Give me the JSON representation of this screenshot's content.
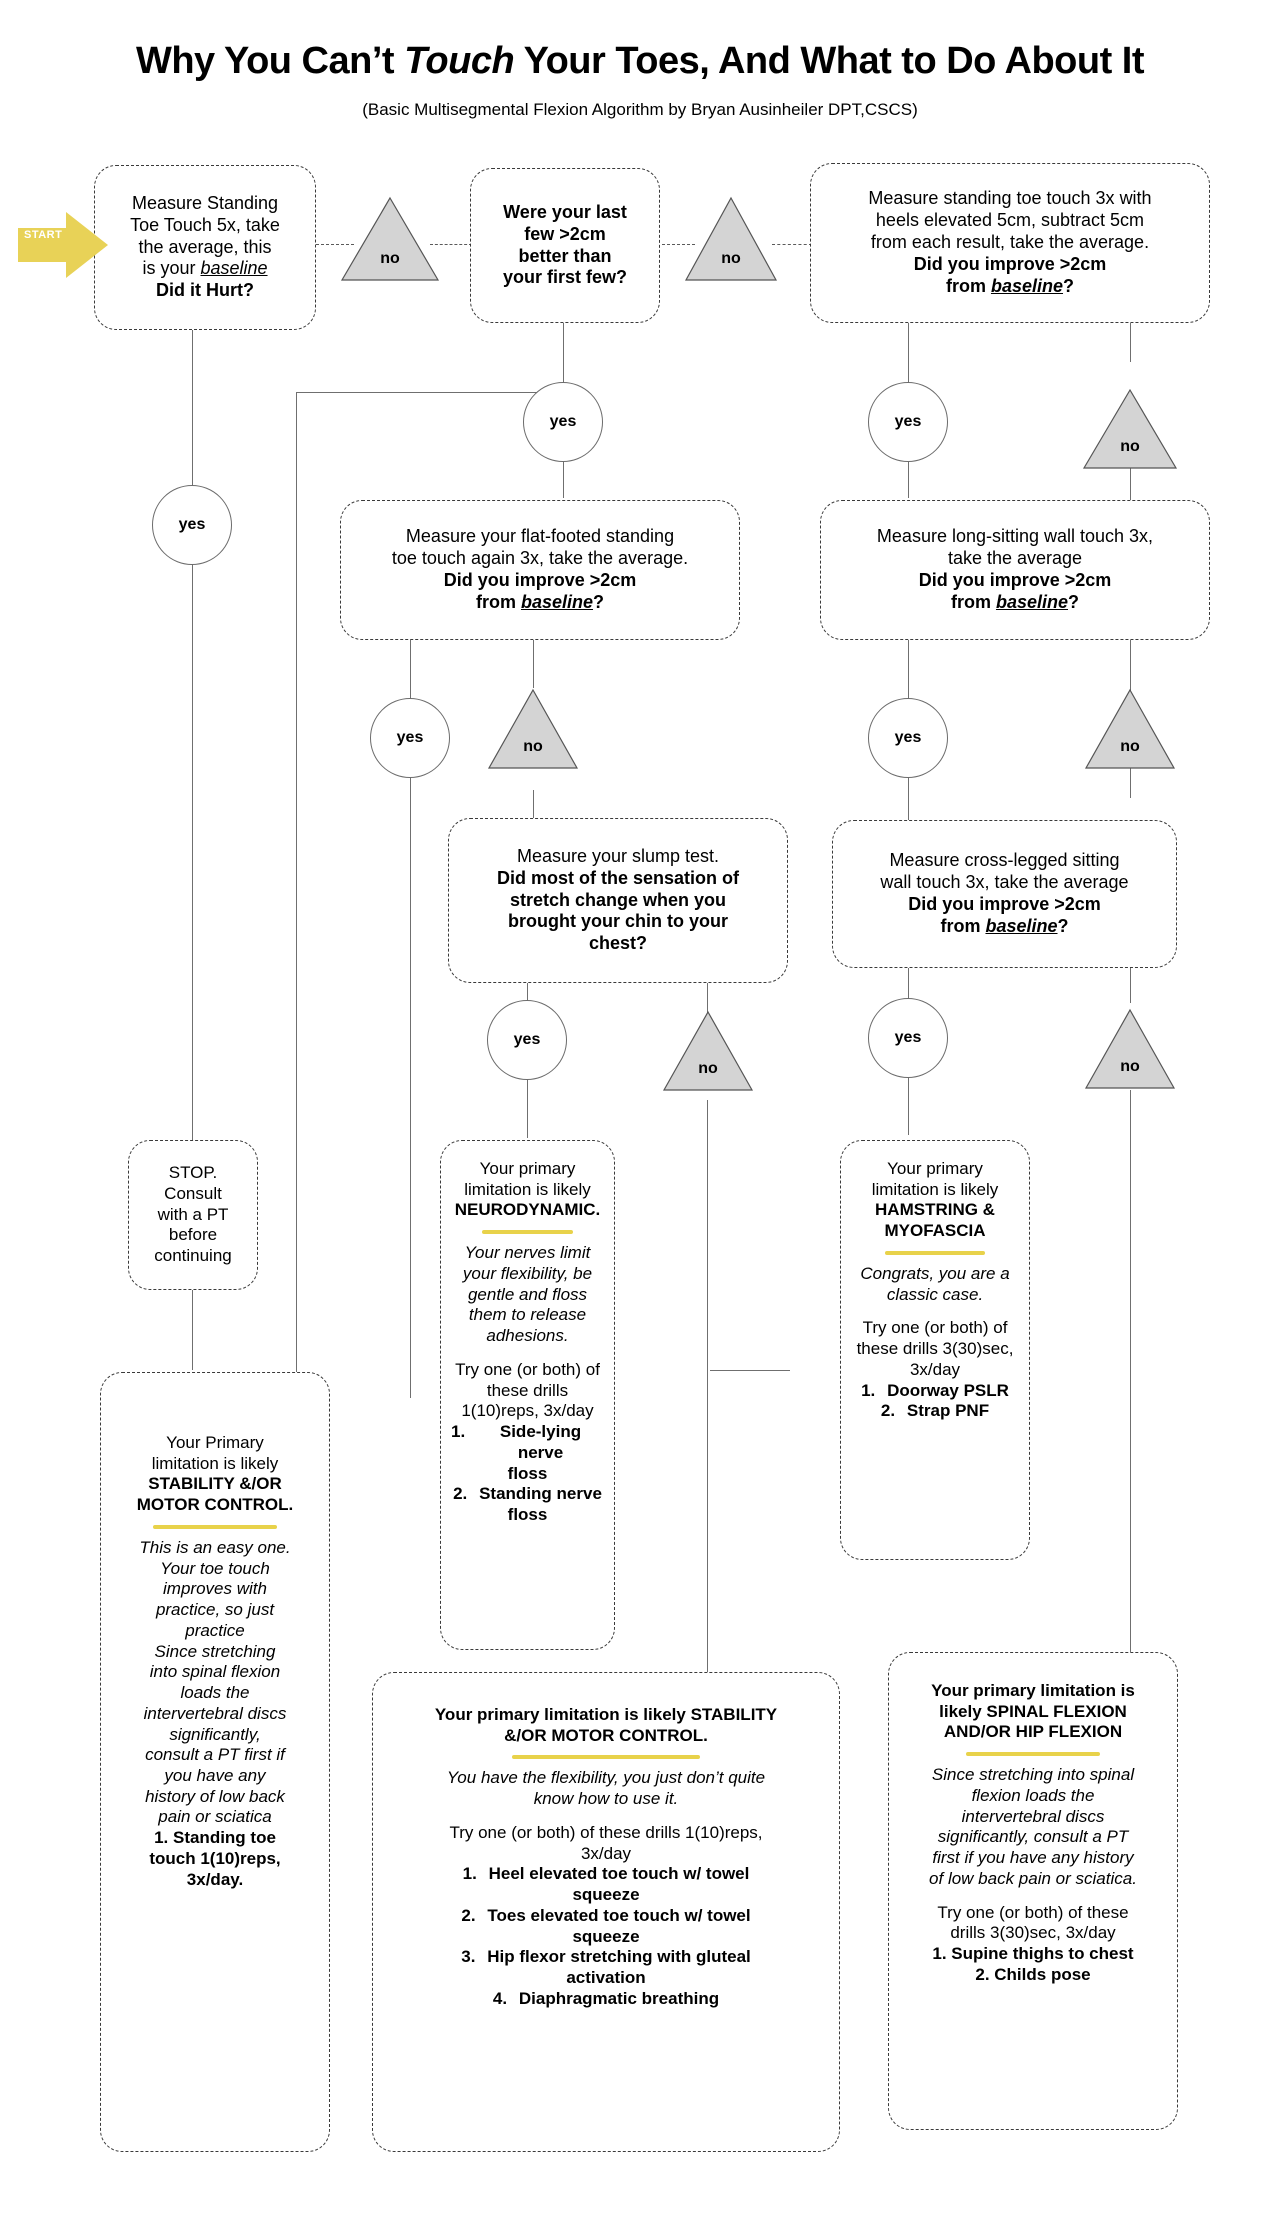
{
  "header": {
    "title_part1": "Why You Can’t ",
    "title_italic": "Touch",
    "title_part2": " Your Toes, And What to Do About It",
    "subtitle": "(Basic Multisegmental Flexion Algorithm by Bryan Ausinheiler DPT,CSCS)"
  },
  "colors": {
    "accent_yellow": "#e8d24a",
    "start_arrow": "#e8d257",
    "triangle_fill": "#d4d4d4",
    "line": "#5a5a5a"
  },
  "start": {
    "label": "START"
  },
  "labels": {
    "yes": "yes",
    "no": "no"
  },
  "nodes": {
    "baseline": {
      "l1": "Measure Standing",
      "l2": "Toe Touch 5x, take",
      "l3": "the average, this",
      "l4_pre": "is your ",
      "l4_u": "baseline",
      "l5": "Did it Hurt?"
    },
    "last_few": {
      "l1": "Were your last",
      "l2": "few >2cm",
      "l3": "better than",
      "l4": "your first few?"
    },
    "heels_elevated": {
      "l1": "Measure standing toe touch 3x with",
      "l2": "heels elevated 5cm, subtract 5cm",
      "l3": "from each result, take the average.",
      "l4": "Did you improve >2cm",
      "l5_pre": "from ",
      "l5_u": "baseline",
      "l5_post": "?"
    },
    "flat_footed": {
      "l1": "Measure your flat-footed standing",
      "l2": "toe touch again 3x, take the average.",
      "l3": "Did you improve >2cm",
      "l4_pre": "from ",
      "l4_u": "baseline",
      "l4_post": "?"
    },
    "long_sitting": {
      "l1": "Measure long-sitting wall touch 3x,",
      "l2": "take the average",
      "l3": "Did you improve >2cm",
      "l4_pre": "from ",
      "l4_u": "baseline",
      "l4_post": "?"
    },
    "slump_test": {
      "l1": "Measure your slump test.",
      "l2": "Did most of the sensation of",
      "l3": "stretch change when you",
      "l4": "brought your chin to your",
      "l5": "chest?"
    },
    "cross_legged": {
      "l1": "Measure cross-legged sitting",
      "l2": "wall touch 3x, take the average",
      "l3": "Did you improve >2cm",
      "l4_pre": "from ",
      "l4_u": "baseline",
      "l4_post": "?"
    },
    "stop_pt": {
      "l1": "STOP.",
      "l2": "Consult",
      "l3": "with a PT",
      "l4": "before",
      "l5": "continuing"
    },
    "neurodynamic": {
      "l1": "Your primary",
      "l2": "limitation is likely",
      "l3": "NEURODYNAMIC.",
      "i1": "Your nerves limit",
      "i2": "your flexibility, be",
      "i3": "gentle and floss",
      "i4": "them to release",
      "i5": "adhesions.",
      "t1": "Try one (or both) of",
      "t2": "these drills",
      "t3": "1(10)reps, 3x/day",
      "d1n": "1.",
      "d1a": "Side-lying nerve",
      "d1b": "floss",
      "d2n": "2.",
      "d2a": "Standing nerve",
      "d2b": "floss"
    },
    "hamstring": {
      "l1": "Your primary",
      "l2": "limitation is likely",
      "l3a": "HAMSTRING &",
      "l3b": "MYOFASCIA",
      "i1": "Congrats, you are a",
      "i2": "classic case.",
      "t1": "Try one (or both) of",
      "t2": "these drills  3(30)sec,",
      "t3": "3x/day",
      "d1n": "1.",
      "d1": "Doorway PSLR",
      "d2n": "2.",
      "d2": "Strap PNF"
    },
    "stability_left": {
      "l1": "Your Primary",
      "l2": "limitation is likely",
      "l3a": "STABILITY &/OR",
      "l3b": "MOTOR CONTROL.",
      "i1": "This is an easy one.",
      "i2": "Your toe touch",
      "i3": "improves with",
      "i4": "practice, so just",
      "i5": "practice",
      "i6": "Since stretching",
      "i7": "into spinal flexion",
      "i8": "loads the",
      "i9": "intervertebral discs",
      "i10": "significantly,",
      "i11": "consult a PT first if",
      "i12": "you have any",
      "i13": "history of low back",
      "i14": "pain or sciatica",
      "d1": "1. Standing toe",
      "d2": "touch 1(10)reps,",
      "d3": "3x/day."
    },
    "stability_bottom": {
      "l1": "Your primary limitation is likely STABILITY",
      "l2": "&/OR MOTOR CONTROL.",
      "i1": "You have the flexibility, you just don’t quite",
      "i2": "know how to use it.",
      "t1": "Try one (or both) of these drills  1(10)reps,",
      "t2": "3x/day",
      "d1n": "1.",
      "d1a": "Heel elevated toe touch w/ towel",
      "d1b": "squeeze",
      "d2n": "2.",
      "d2a": "Toes elevated toe touch w/ towel",
      "d2b": "squeeze",
      "d3n": "3.",
      "d3a": "Hip flexor stretching with gluteal",
      "d3b": "activation",
      "d4n": "4.",
      "d4a": "Diaphragmatic breathing"
    },
    "spinal_flexion": {
      "l1": "Your primary limitation is",
      "l2a": "likely SPINAL FLEXION",
      "l2b": "AND/OR HIP FLEXION",
      "i1": "Since stretching into spinal",
      "i2": "flexion loads the",
      "i3": "intervertebral discs",
      "i4": "significantly, consult a PT",
      "i5": "first if you have any history",
      "i6": "of low back pain or sciatica.",
      "t1": "Try one (or both) of these",
      "t2": "drills 3(30)sec, 3x/day",
      "d1": "1. Supine thighs to chest",
      "d2": "2. Childs pose"
    }
  }
}
